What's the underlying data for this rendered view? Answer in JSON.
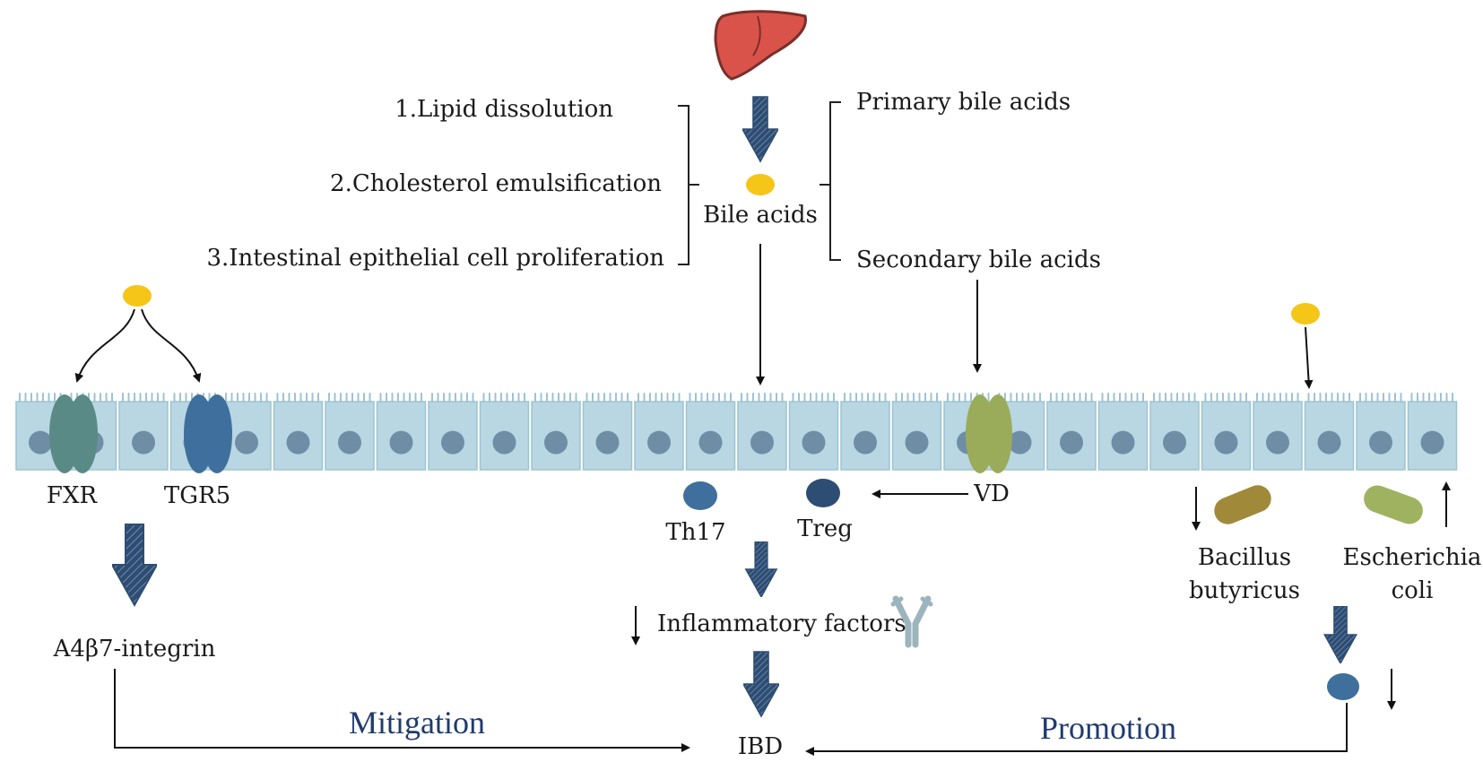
{
  "functions": [
    "1.Lipid dissolution",
    "2.Cholesterol emulsification",
    "3.Intestinal epithelial cell proliferation"
  ],
  "center_label": "Bile acids",
  "bile_types": {
    "primary": "Primary bile acids",
    "secondary": "Secondary bile acids"
  },
  "receptors": {
    "fxr": "FXR",
    "tgr5": "TGR5",
    "vd": "VD"
  },
  "cells": {
    "th17": "Th17",
    "treg": "Treg"
  },
  "integrin": "A4β7-integrin",
  "inflammatory": "Inflammatory factors",
  "bacteria": {
    "bacillus_line1": "Bacillus",
    "bacillus_line2": "butyricus",
    "ecoli_line1": "Escherichia",
    "ecoli_line2": "coli"
  },
  "mitigation": "Mitigation",
  "promotion": "Promotion",
  "ibd": "IBD",
  "colors": {
    "liver": "#d9534a",
    "bile_acid": "#f5c518",
    "epithelium": "#b8d7e3",
    "nucleus": "#6f8ea5",
    "fxr": "#5a8a86",
    "tgr5": "#3f6f9c",
    "vd": "#9aac5a",
    "th17": "#3f6f9c",
    "treg": "#2e4d73",
    "arrow": "#2e4d73",
    "bacillus": "#a08a3a",
    "ecoli": "#9fb260",
    "heading_blue": "#1f3b6e"
  }
}
